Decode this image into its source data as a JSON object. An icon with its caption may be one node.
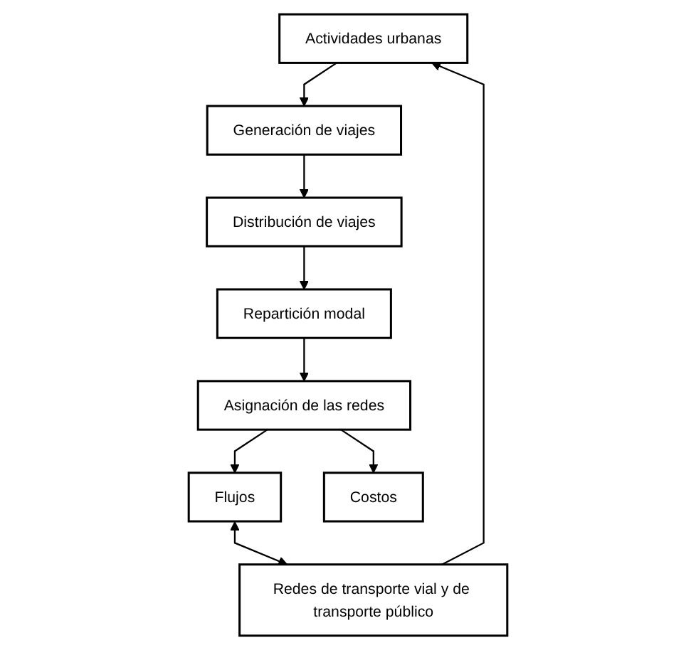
{
  "diagram": {
    "nodes": [
      {
        "text": [
          "Actividades urbanas"
        ]
      },
      {
        "text": [
          "Generación de viajes"
        ]
      },
      {
        "text": [
          "Redes de transporte vial y de transporte público"
        ]
      },
      {
        "text": [
          "Distribución de viajes"
        ]
      },
      {
        "text": [
          "Repartición modal"
        ]
      },
      {
        "text": [
          "Asignación de las redes"
        ]
      },
      {
        "text": [
          "Flujos"
        ]
      },
      {
        "text": [
          "Costos"
        ]
      }
    ],
    "edges": [
      {
        "from": 0,
        "to": 1,
        "arrow": "to"
      },
      {
        "from": 1,
        "to": 3,
        "arrow": "to"
      },
      {
        "from": 3,
        "to": 4,
        "arrow": "to"
      },
      {
        "from": 4,
        "to": 5,
        "arrow": "to"
      },
      {
        "from": 5,
        "to": 6,
        "arrow": "to"
      },
      {
        "from": 5,
        "to": 7,
        "arrow": "to"
      },
      {
        "from": 6,
        "to": 2,
        "arrow": "both"
      },
      {
        "from": 2,
        "to": 0,
        "arrow": "to"
      }
    ]
  }
}
